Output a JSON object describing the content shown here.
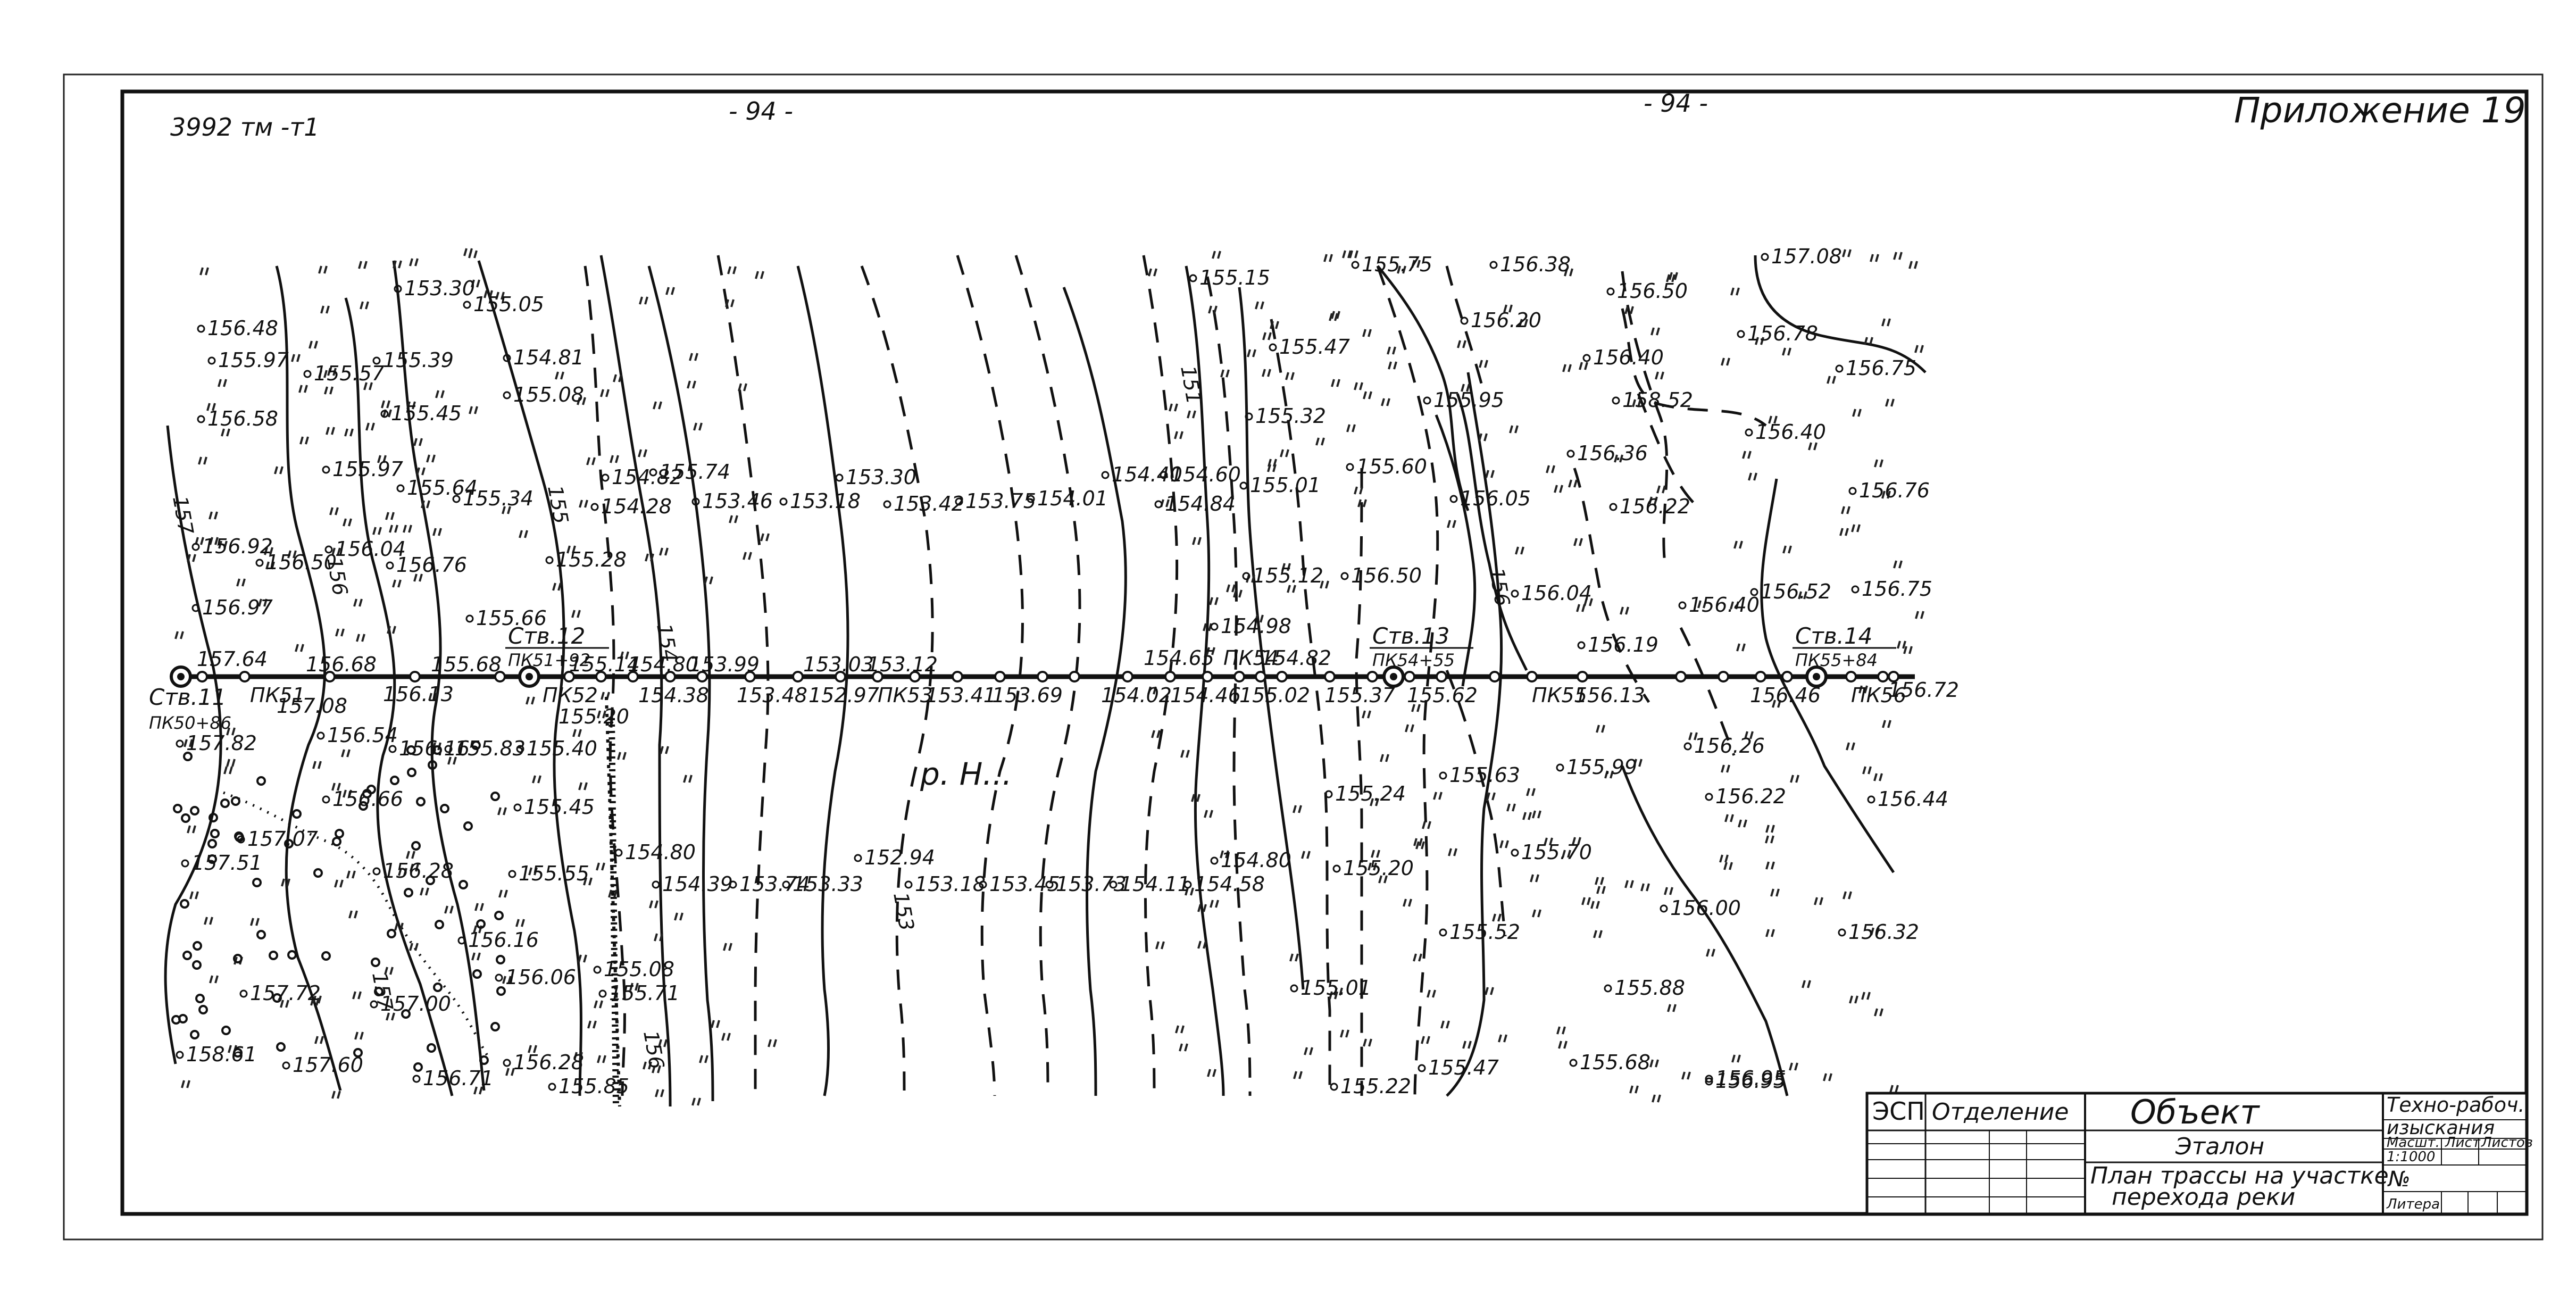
{
  "header": {
    "doc_code": "3992 тм -т1",
    "page_mark_left": "- 94 -",
    "page_mark_right": "- 94 -",
    "appendix": "Приложение 19"
  },
  "route": {
    "stations": [
      {
        "label": "Ств.11",
        "pk": "ПК50+86"
      },
      {
        "label": "Ств.12",
        "pk": "ПК51+92"
      },
      {
        "label": "Ств.13",
        "pk": "ПК54+55"
      },
      {
        "label": "Ств.14",
        "pk": "ПК55+84"
      }
    ],
    "pickets": [
      "ПК51",
      "ПК52",
      "ПК53",
      "ПК54",
      "ПК55",
      "ПК56"
    ],
    "river_label": "р. Н..."
  },
  "axis_elevations": [
    "157.64",
    "156.68",
    "156.13",
    "155.68",
    "155.14",
    "154.80",
    "153.99",
    "153.03",
    "153.12",
    "154.65",
    "155.02",
    "155.37",
    "155.62",
    "156.13",
    "156.46",
    "156.72",
    "157.08",
    "155.20",
    "154.38",
    "153.48",
    "152.97",
    "153.41",
    "153.69",
    "154.02",
    "154.46",
    "154.82"
  ],
  "contour_labels": [
    "157",
    "156",
    "155",
    "154",
    "153",
    "151",
    "156",
    "157",
    "156"
  ],
  "spot_elevations": [
    "153.30",
    "155.05",
    "156.48",
    "155.97",
    "155.57",
    "155.39",
    "154.81",
    "156.58",
    "155.45",
    "155.08",
    "155.97",
    "155.64",
    "155.34",
    "154.82",
    "155.74",
    "153.30",
    "154.40",
    "154.60",
    "154.28",
    "153.46",
    "153.18",
    "153.42",
    "153.75",
    "154.01",
    "154.84",
    "156.92",
    "156.50",
    "156.04",
    "156.76",
    "155.28",
    "156.97",
    "155.66",
    "155.15",
    "155.75",
    "156.38",
    "156.50",
    "157.08",
    "155.47",
    "156.20",
    "156.78",
    "156.75",
    "155.32",
    "155.95",
    "156.40",
    "158.52",
    "156.40",
    "155.01",
    "155.60",
    "156.05",
    "156.36",
    "156.76",
    "156.22",
    "155.12",
    "156.50",
    "154.98",
    "156.04",
    "156.52",
    "156.75",
    "156.40",
    "156.19",
    "157.82",
    "156.54",
    "156.16",
    "155.83",
    "155.40",
    "156.66",
    "155.45",
    "157.07",
    "157.51",
    "156.28",
    "155.55",
    "154.80",
    "154.39",
    "153.74",
    "153.33",
    "152.94",
    "153.18",
    "153.45",
    "153.73",
    "154.11",
    "154.58",
    "154.80",
    "155.24",
    "155.63",
    "155.99",
    "156.26",
    "156.22",
    "156.44",
    "156.95",
    "156.16",
    "156.06",
    "155.08",
    "155.71",
    "155.20",
    "155.70",
    "157.72",
    "157.00",
    "156.00",
    "156.32",
    "155.52",
    "155.01",
    "155.88",
    "158.61",
    "157.60",
    "156.71",
    "156.28",
    "155.85",
    "155.22",
    "155.47",
    "155.68",
    "156.95"
  ],
  "title_block": {
    "org": "ЭСП",
    "department": "Отделение",
    "object": "Объект",
    "stage": "Техно-рабоч.",
    "stage2": "изыскания",
    "subtitle": "Эталон",
    "title_line1": "План трассы на участке",
    "title_line2": "перехода реки",
    "scale_label": "Масшт.",
    "scale": "1:1000",
    "sheet_label": "Лист",
    "sheets_label": "Листов",
    "number_label": "№",
    "litera": "Литера"
  }
}
